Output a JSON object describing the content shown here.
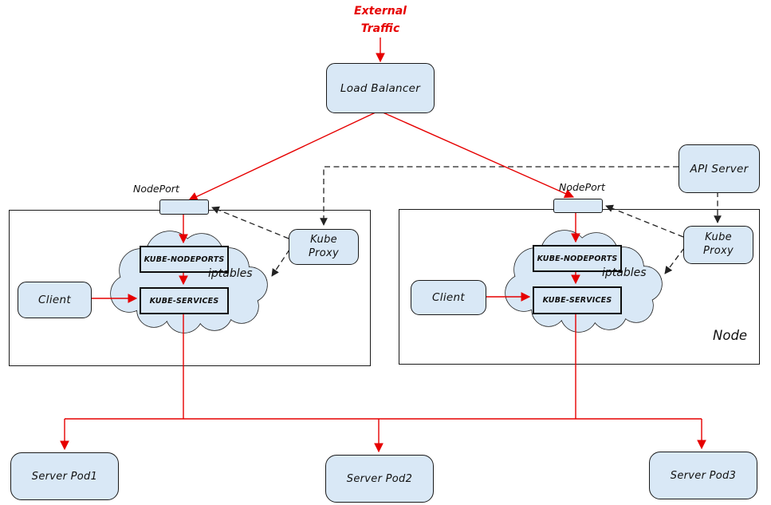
{
  "colors": {
    "box_fill": "#d9e8f6",
    "line": "#1a1a1a",
    "red": "#e60000",
    "text": "#111111"
  },
  "external_traffic": {
    "line1": "External",
    "line2": "Traffic"
  },
  "load_balancer": {
    "label": "Load Balancer"
  },
  "api_server": {
    "label": "API Server"
  },
  "nodes": [
    {
      "nodeport": "NodePort",
      "client": "Client",
      "kube_nodeports": "KUBE-NODEPORTS",
      "kube_services": "KUBE-SERVICES",
      "iptables": "iptables",
      "kube_proxy": "Kube Proxy"
    },
    {
      "nodeport": "NodePort",
      "client": "Client",
      "kube_nodeports": "KUBE-NODEPORTS",
      "kube_services": "KUBE-SERVICES",
      "iptables": "iptables",
      "kube_proxy": "Kube Proxy",
      "node_label": "Node"
    }
  ],
  "server_pods": [
    {
      "label": "Server Pod1"
    },
    {
      "label": "Server Pod2"
    },
    {
      "label": "Server Pod3"
    }
  ]
}
